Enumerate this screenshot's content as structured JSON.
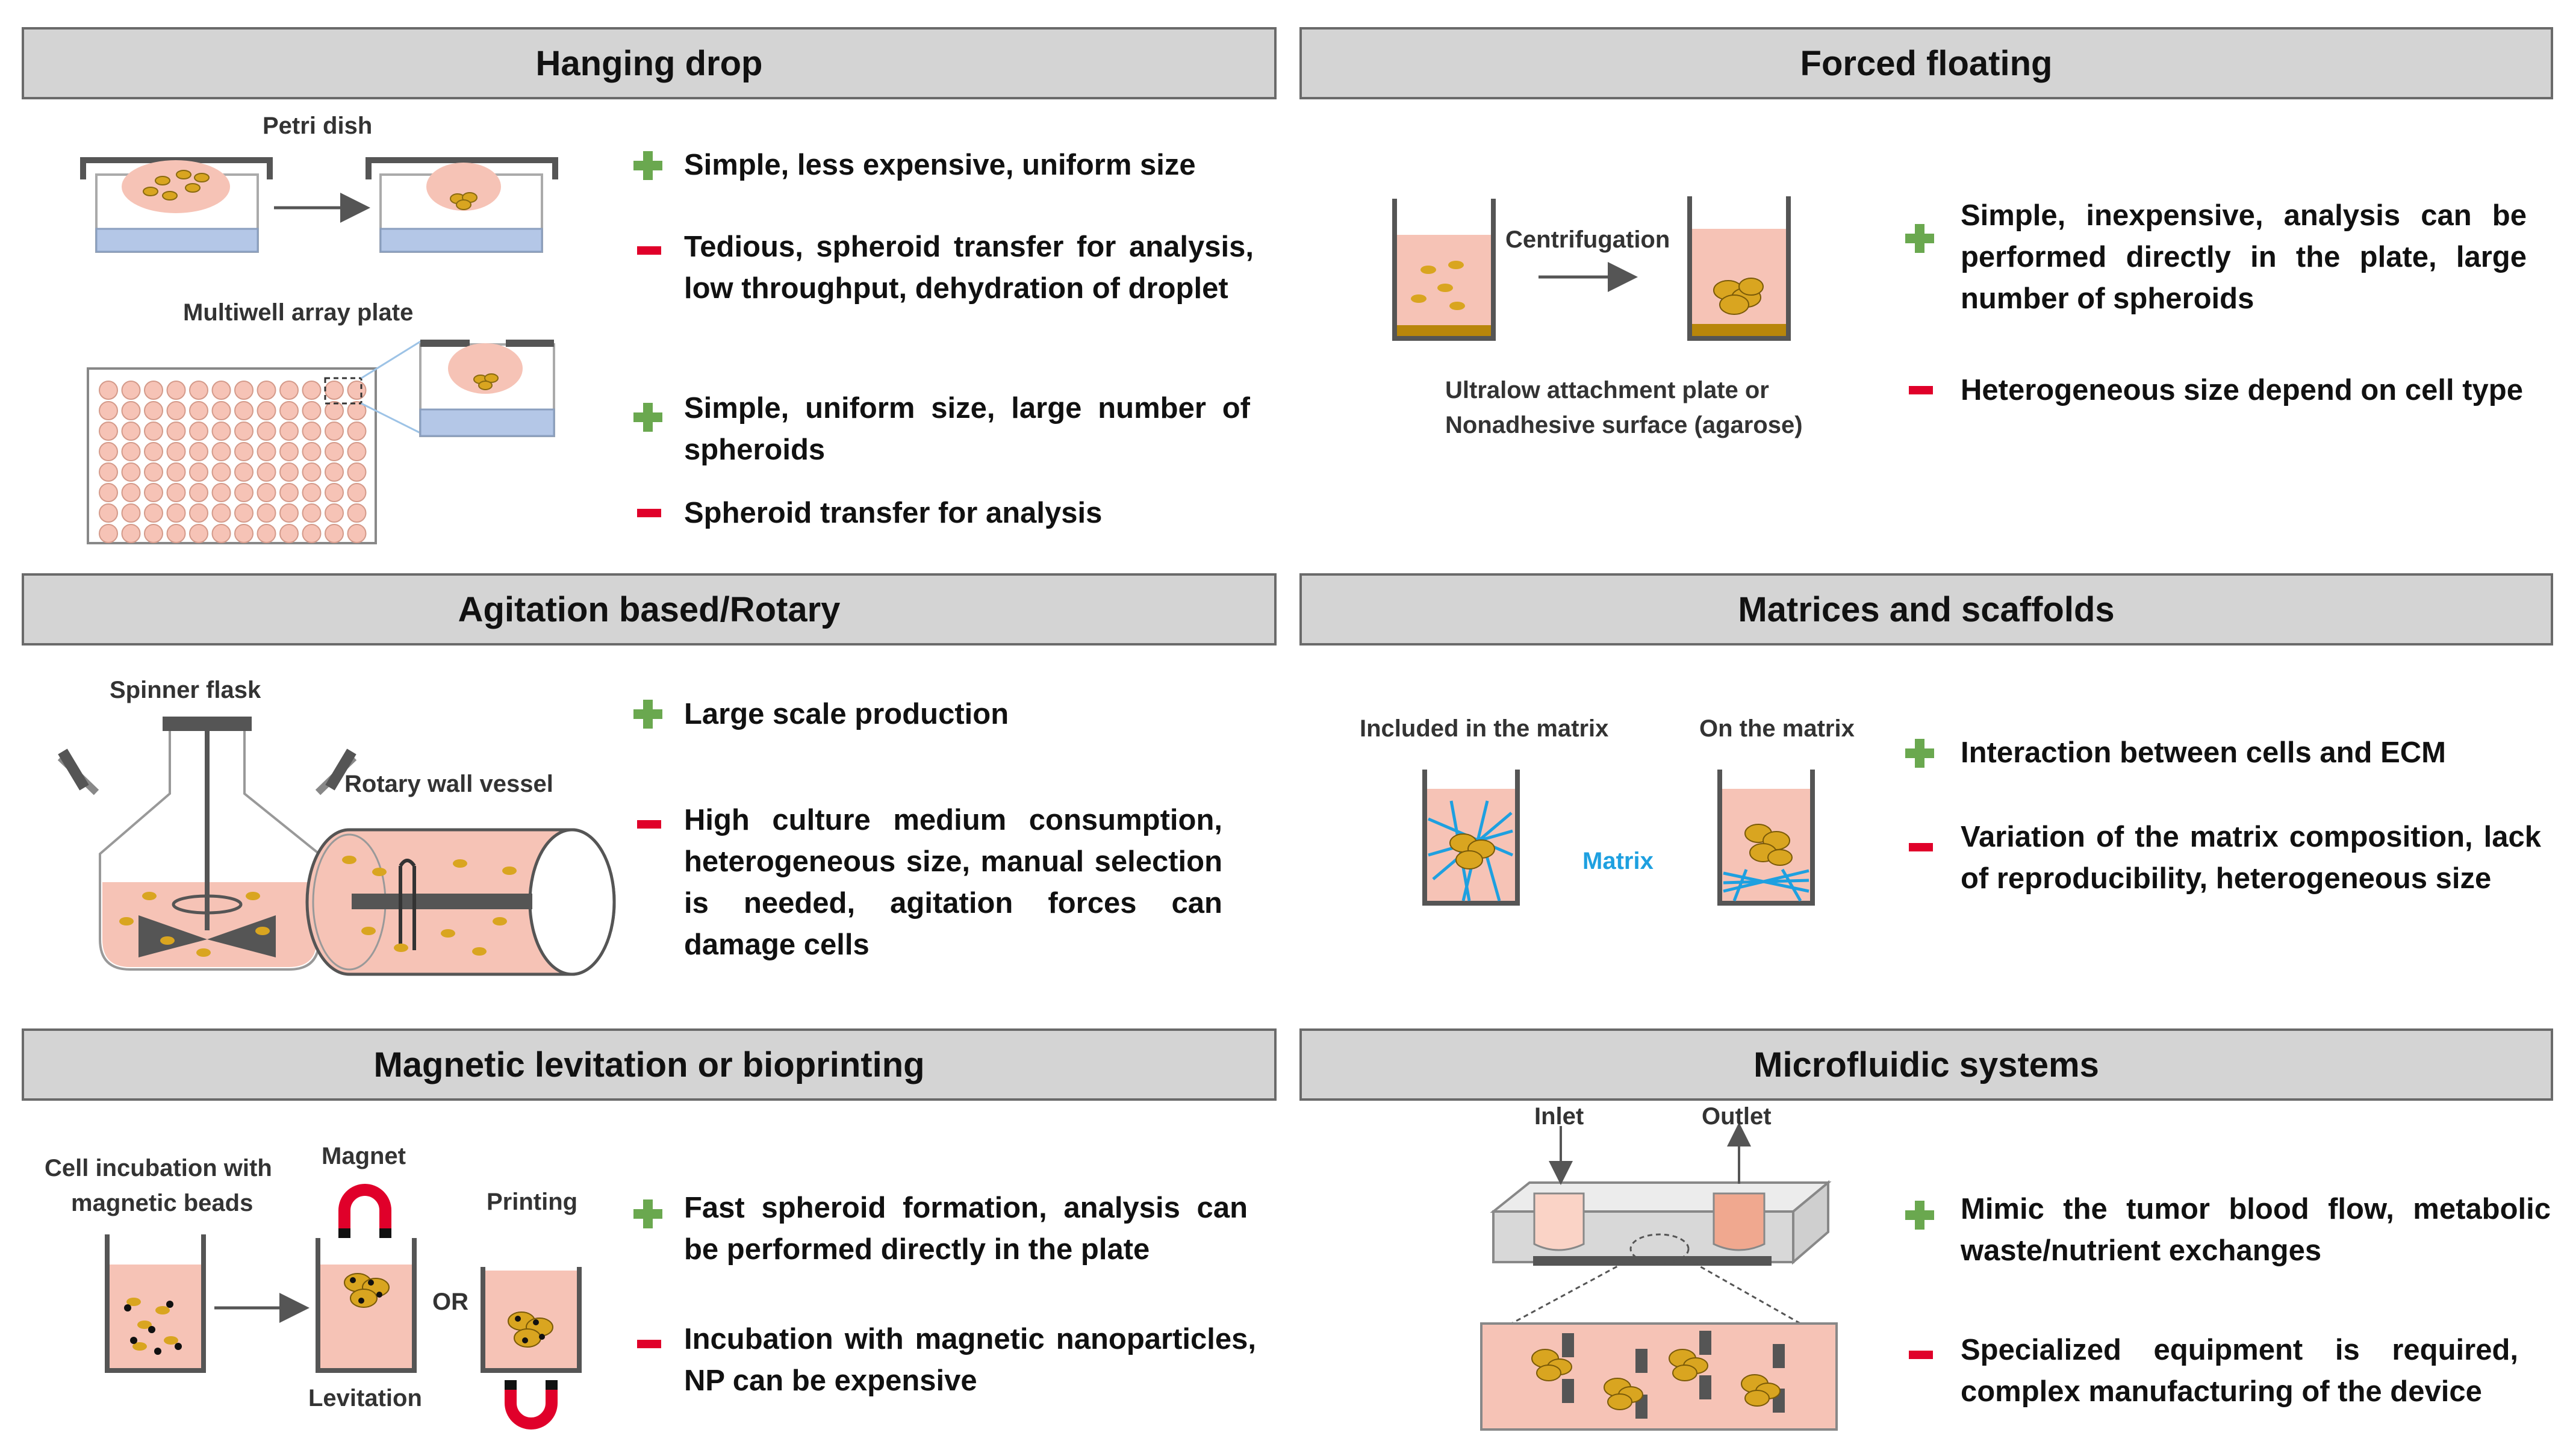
{
  "sections": [
    {
      "title": "Hanging drop",
      "labels": {
        "petri": "Petri dish",
        "multiwell": "Multiwell array plate"
      },
      "blocks": [
        {
          "pros": [
            "Simple, less expensive, uniform size"
          ],
          "cons": [
            "Tedious, spheroid transfer for analysis, low throughput, dehydration of droplet"
          ]
        },
        {
          "pros": [
            "Simple, uniform size, large number of spheroids"
          ],
          "cons": [
            "Spheroid transfer for analysis"
          ]
        }
      ]
    },
    {
      "title": "Forced floating",
      "labels": {
        "centrifugation": "Centrifugation",
        "plate": "Ultralow attachment plate or",
        "surface": "Nonadhesive surface (agarose)"
      },
      "pros": [
        "Simple, inexpensive, analysis can be performed directly in the plate, large number of spheroids"
      ],
      "cons": [
        "Heterogeneous size depend on cell type"
      ]
    },
    {
      "title": "Agitation based/Rotary",
      "labels": {
        "spinner": "Spinner flask",
        "rotary": "Rotary wall vessel"
      },
      "pros": [
        "Large scale production"
      ],
      "cons": [
        "High culture medium consumption, heterogeneous size, manual selection is needed, agitation forces can damage cells"
      ]
    },
    {
      "title": "Matrices and scaffolds",
      "labels": {
        "included": "Included in the matrix",
        "on": "On the matrix",
        "matrix": "Matrix"
      },
      "pros": [
        "Interaction between cells and ECM"
      ],
      "cons": [
        "Variation of the matrix composition, lack of reproducibility, heterogeneous size"
      ]
    },
    {
      "title": "Magnetic levitation or bioprinting",
      "labels": {
        "incubation_1": "Cell incubation with",
        "incubation_2": "magnetic beads",
        "magnet": "Magnet",
        "printing": "Printing",
        "or": "OR",
        "levitation": "Levitation"
      },
      "pros": [
        "Fast spheroid formation, analysis can be performed directly in the plate"
      ],
      "cons": [
        "Incubation with magnetic nanoparticles, NP can be expensive"
      ]
    },
    {
      "title": "Microfluidic systems",
      "labels": {
        "inlet": "Inlet",
        "outlet": "Outlet"
      },
      "pros": [
        "Mimic the tumor blood flow, metabolic waste/nutrient exchanges"
      ],
      "cons": [
        "Specialized equipment is required, complex manufacturing of the device"
      ]
    }
  ],
  "colors": {
    "plus": "#6aa84f",
    "minus": "#e0002a",
    "header_bg": "#d4d4d4",
    "medium": "#f6c3b6",
    "spheroid": "#d9a520",
    "matrix": "#1ea0e0",
    "water": "#b4c7e7"
  },
  "icons": {
    "plus": "plus-icon",
    "minus": "minus-icon"
  }
}
